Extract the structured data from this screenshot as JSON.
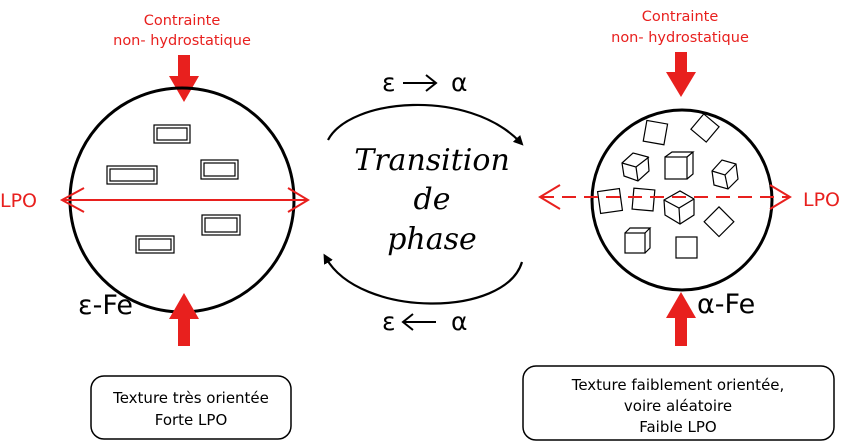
{
  "left": {
    "stress_line1": "Contrainte",
    "stress_line2": "non- hydrostatique",
    "lpo": "LPO",
    "phase": "ε-Fe",
    "box_line1": "Texture très orientée",
    "box_line2": "Forte LPO"
  },
  "right": {
    "stress_line1": "Contrainte",
    "stress_line2": "non- hydrostatique",
    "lpo": "LPO",
    "phase": "α-Fe",
    "box_line1": "Texture faiblement orientée,",
    "box_line2": "voire aléatoire",
    "box_line3": "Faible LPO"
  },
  "center": {
    "line1": "Transition",
    "line2": "de",
    "line3": "phase",
    "top_from": "ε",
    "top_to": "α",
    "bottom_from": "ε",
    "bottom_to": "α"
  },
  "colors": {
    "red": "#e8201e",
    "black": "#000000"
  }
}
